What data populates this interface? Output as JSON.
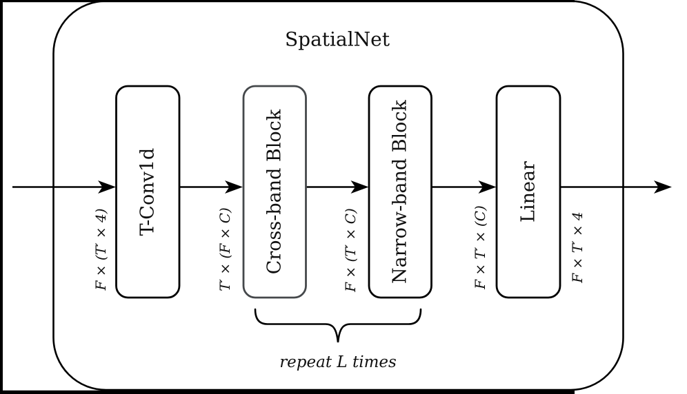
{
  "diagram": {
    "title": "SpatialNet",
    "blocks": [
      {
        "label": "T-Conv1d",
        "border_color": "#000000"
      },
      {
        "label": "Cross-band Block",
        "border_color": "#45484b"
      },
      {
        "label": "Narrow-band Block",
        "border_color": "#000000"
      },
      {
        "label": "Linear",
        "border_color": "#000000"
      }
    ],
    "tensor_labels": [
      "F × (T′ × 4)",
      "T′ × (F × C)",
      "F × (T′ × C)",
      "F × T′ × (C)",
      "F × T′ × 4"
    ],
    "repeat_annotation": "repeat L times",
    "colors": {
      "background": "#ffffff",
      "ink": "#101010",
      "frame": "#000000",
      "gray_block_border": "#45484b"
    }
  }
}
